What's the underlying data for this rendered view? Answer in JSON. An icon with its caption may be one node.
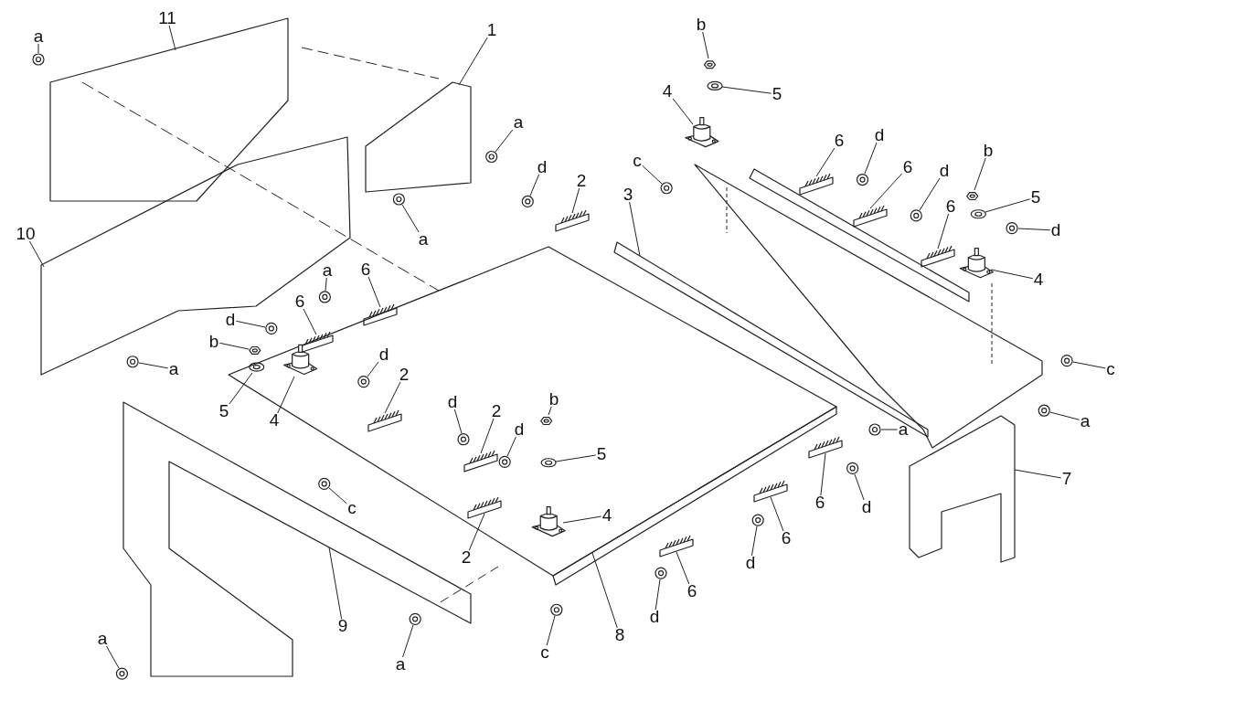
{
  "diagram": {
    "nodes": [
      {
        "text": [
          "a"
        ]
      },
      {
        "text": [
          "11"
        ]
      },
      {
        "text": [
          "1"
        ]
      },
      {
        "text": [
          "a"
        ]
      },
      {
        "text": [
          "a"
        ]
      },
      {
        "text": [
          "d"
        ]
      },
      {
        "text": [
          "2"
        ]
      },
      {
        "text": [
          "b"
        ]
      },
      {
        "text": [
          "5"
        ]
      },
      {
        "text": [
          "4"
        ]
      },
      {
        "text": [
          "c"
        ]
      },
      {
        "text": [
          "3"
        ]
      },
      {
        "text": [
          "6"
        ]
      },
      {
        "text": [
          "d"
        ]
      },
      {
        "text": [
          "6"
        ]
      },
      {
        "text": [
          "d"
        ]
      },
      {
        "text": [
          "6"
        ]
      },
      {
        "text": [
          "b"
        ]
      },
      {
        "text": [
          "5"
        ]
      },
      {
        "text": [
          "d"
        ]
      },
      {
        "text": [
          "4"
        ]
      },
      {
        "text": [
          "c"
        ]
      },
      {
        "text": [
          "a"
        ]
      },
      {
        "text": [
          "7"
        ]
      },
      {
        "text": [
          "10"
        ]
      },
      {
        "text": [
          "a"
        ]
      },
      {
        "text": [
          "6"
        ]
      },
      {
        "text": [
          "6"
        ]
      },
      {
        "text": [
          "d"
        ]
      },
      {
        "text": [
          "b"
        ]
      },
      {
        "text": [
          "a"
        ]
      },
      {
        "text": [
          "d"
        ]
      },
      {
        "text": [
          "2"
        ]
      },
      {
        "text": [
          "5"
        ]
      },
      {
        "text": [
          "4"
        ]
      },
      {
        "text": [
          "d"
        ]
      },
      {
        "text": [
          "2"
        ]
      },
      {
        "text": [
          "d"
        ]
      },
      {
        "text": [
          "b"
        ]
      },
      {
        "text": [
          "5"
        ]
      },
      {
        "text": [
          "4"
        ]
      },
      {
        "text": [
          "2"
        ]
      },
      {
        "text": [
          "c"
        ]
      },
      {
        "text": [
          "9"
        ]
      },
      {
        "text": [
          "a"
        ]
      },
      {
        "text": [
          "a"
        ]
      },
      {
        "text": [
          "c"
        ]
      },
      {
        "text": [
          "8"
        ]
      },
      {
        "text": [
          "a"
        ]
      },
      {
        "text": [
          "6"
        ]
      },
      {
        "text": [
          "d"
        ]
      },
      {
        "text": [
          "6"
        ]
      },
      {
        "text": [
          "d"
        ]
      },
      {
        "text": [
          "6"
        ]
      },
      {
        "text": [
          "d"
        ]
      },
      {
        "text": [],
        "shape": "picture"
      },
      {
        "text": [],
        "shape": "picture"
      },
      {
        "text": [],
        "shape": "picture"
      },
      {
        "text": [],
        "shape": "picture"
      },
      {
        "text": [],
        "shape": "picture"
      },
      {
        "text": [],
        "shape": "picture"
      },
      {
        "text": [],
        "shape": "picture"
      },
      {
        "text": [],
        "shape": "picture"
      },
      {
        "text": [],
        "shape": "picture"
      },
      {
        "text": [],
        "shape": "picture"
      },
      {
        "text": [],
        "shape": "picture"
      },
      {
        "text": [],
        "shape": "picture"
      },
      {
        "text": [],
        "shape": "picture"
      },
      {
        "text": [],
        "shape": "picture"
      },
      {
        "text": [],
        "shape": "picture"
      },
      {
        "text": [],
        "shape": "picture"
      },
      {
        "text": [],
        "shape": "picture"
      },
      {
        "text": [],
        "shape": "picture"
      },
      {
        "text": [],
        "shape": "picture"
      },
      {
        "text": [],
        "shape": "picture"
      },
      {
        "text": [],
        "shape": "picture"
      },
      {
        "text": [],
        "shape": "picture"
      },
      {
        "text": [],
        "shape": "picture"
      },
      {
        "text": [],
        "shape": "picture"
      },
      {
        "text": [],
        "shape": "picture"
      },
      {
        "text": [],
        "shape": "picture"
      },
      {
        "text": [],
        "shape": "picture"
      },
      {
        "text": [],
        "shape": "picture"
      },
      {
        "text": [],
        "shape": "picture"
      },
      {
        "text": [],
        "shape": "picture"
      },
      {
        "text": [],
        "shape": "picture"
      },
      {
        "text": [],
        "shape": "picture"
      },
      {
        "text": [],
        "shape": "picture"
      },
      {
        "text": [],
        "shape": "picture"
      },
      {
        "text": [],
        "shape": "picture"
      },
      {
        "text": [],
        "shape": "picture"
      },
      {
        "text": [],
        "shape": "picture"
      },
      {
        "text": [],
        "shape": "picture"
      },
      {
        "text": [],
        "shape": "picture"
      },
      {
        "text": [],
        "shape": "picture"
      },
      {
        "text": [],
        "shape": "picture"
      },
      {
        "text": [],
        "shape": "picture"
      },
      {
        "text": [],
        "shape": "picture"
      },
      {
        "text": [],
        "shape": "picture"
      },
      {
        "text": [],
        "shape": "picture"
      },
      {
        "text": [],
        "shape": "picture"
      },
      {
        "text": [],
        "shape": "picture"
      },
      {
        "text": [],
        "shape": "picture"
      },
      {
        "text": [],
        "shape": "picture"
      },
      {
        "text": [],
        "shape": "picture"
      },
      {
        "text": [],
        "shape": "picture"
      },
      {
        "text": [],
        "shape": "picture"
      },
      {
        "text": [],
        "shape": "picture"
      },
      {
        "text": [],
        "shape": "picture"
      },
      {
        "text": [],
        "shape": "picture"
      }
    ],
    "edges": [
      {
        "from": 0,
        "to": 55,
        "arrow": "none"
      },
      {
        "from": 1,
        "to": 56,
        "arrow": "none"
      },
      {
        "from": 2,
        "to": 57,
        "arrow": "none"
      },
      {
        "from": 3,
        "to": 58,
        "arrow": "none"
      },
      {
        "from": 4,
        "to": 59,
        "arrow": "none"
      },
      {
        "from": 5,
        "to": 60,
        "arrow": "none"
      },
      {
        "from": 6,
        "to": 61,
        "arrow": "none"
      },
      {
        "from": 7,
        "to": 62,
        "arrow": "none"
      },
      {
        "from": 8,
        "to": 63,
        "arrow": "none"
      },
      {
        "from": 9,
        "to": 64,
        "arrow": "none"
      },
      {
        "from": 10,
        "to": 65,
        "arrow": "none"
      },
      {
        "from": 11,
        "to": 66,
        "arrow": "none"
      },
      {
        "from": 12,
        "to": 67,
        "arrow": "none"
      },
      {
        "from": 13,
        "to": 68,
        "arrow": "none"
      },
      {
        "from": 14,
        "to": 69,
        "arrow": "none"
      },
      {
        "from": 15,
        "to": 70,
        "arrow": "none"
      },
      {
        "from": 16,
        "to": 71,
        "arrow": "none"
      },
      {
        "from": 17,
        "to": 72,
        "arrow": "none"
      },
      {
        "from": 18,
        "to": 73,
        "arrow": "none"
      },
      {
        "from": 19,
        "to": 74,
        "arrow": "none"
      },
      {
        "from": 20,
        "to": 75,
        "arrow": "none"
      },
      {
        "from": 21,
        "to": 76,
        "arrow": "none"
      },
      {
        "from": 22,
        "to": 77,
        "arrow": "none"
      },
      {
        "from": 23,
        "to": 78,
        "arrow": "none"
      },
      {
        "from": 24,
        "to": 79,
        "arrow": "none"
      },
      {
        "from": 25,
        "to": 80,
        "arrow": "none"
      },
      {
        "from": 26,
        "to": 81,
        "arrow": "none"
      },
      {
        "from": 27,
        "to": 82,
        "arrow": "none"
      },
      {
        "from": 28,
        "to": 83,
        "arrow": "none"
      },
      {
        "from": 29,
        "to": 84,
        "arrow": "none"
      },
      {
        "from": 30,
        "to": 85,
        "arrow": "none"
      },
      {
        "from": 31,
        "to": 86,
        "arrow": "none"
      },
      {
        "from": 32,
        "to": 87,
        "arrow": "none"
      },
      {
        "from": 33,
        "to": 88,
        "arrow": "none"
      },
      {
        "from": 34,
        "to": 89,
        "arrow": "none"
      },
      {
        "from": 35,
        "to": 90,
        "arrow": "none"
      },
      {
        "from": 36,
        "to": 91,
        "arrow": "none"
      },
      {
        "from": 37,
        "to": 92,
        "arrow": "none"
      },
      {
        "from": 38,
        "to": 93,
        "arrow": "none"
      },
      {
        "from": 39,
        "to": 94,
        "arrow": "none"
      },
      {
        "from": 40,
        "to": 95,
        "arrow": "none"
      },
      {
        "from": 41,
        "to": 96,
        "arrow": "none"
      },
      {
        "from": 42,
        "to": 97,
        "arrow": "none"
      },
      {
        "from": 43,
        "to": 98,
        "arrow": "none"
      },
      {
        "from": 44,
        "to": 99,
        "arrow": "none"
      },
      {
        "from": 45,
        "to": 100,
        "arrow": "none"
      },
      {
        "from": 46,
        "to": 101,
        "arrow": "none"
      },
      {
        "from": 47,
        "to": 102,
        "arrow": "none"
      },
      {
        "from": 48,
        "to": 103,
        "arrow": "none"
      },
      {
        "from": 49,
        "to": 104,
        "arrow": "none"
      },
      {
        "from": 50,
        "to": 105,
        "arrow": "none"
      },
      {
        "from": 51,
        "to": 106,
        "arrow": "none"
      },
      {
        "from": 52,
        "to": 107,
        "arrow": "none"
      },
      {
        "from": 53,
        "to": 108,
        "arrow": "none"
      },
      {
        "from": 54,
        "to": 109,
        "arrow": "none"
      }
    ]
  }
}
